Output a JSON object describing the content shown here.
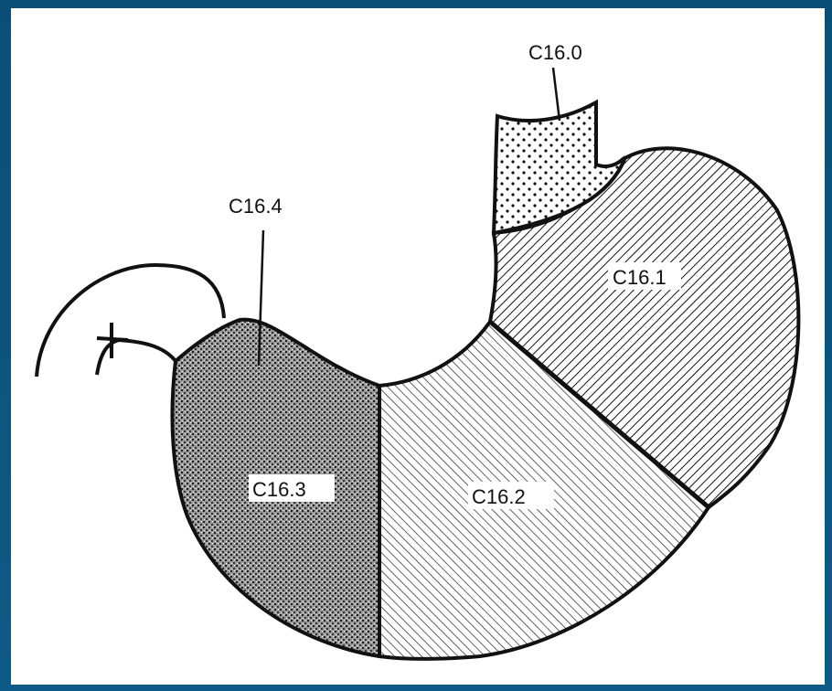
{
  "diagram": {
    "labels": {
      "cardia": "C16.0",
      "fundus_body": "C16.1",
      "body": "C16.2",
      "antrum": "C16.3",
      "lesser_curvature": "C16.4"
    }
  }
}
